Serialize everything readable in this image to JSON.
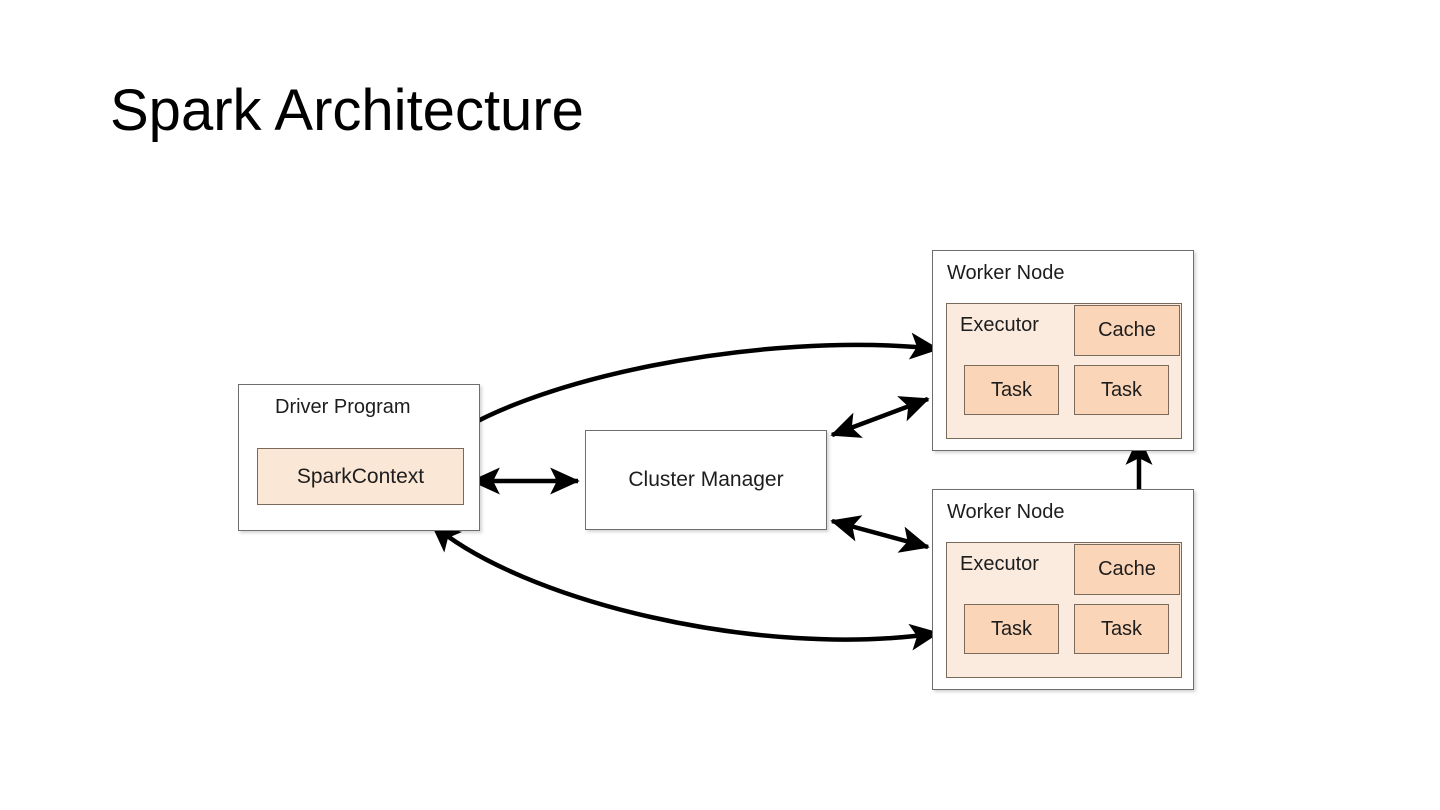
{
  "slide": {
    "title": "Spark Architecture"
  },
  "diagram": {
    "driver": {
      "title": "Driver Program",
      "spark_context": "SparkContext"
    },
    "cluster_manager": {
      "title": "Cluster Manager"
    },
    "workers": [
      {
        "title": "Worker Node",
        "executor": "Executor",
        "cache": "Cache",
        "tasks": [
          "Task",
          "Task"
        ]
      },
      {
        "title": "Worker Node",
        "executor": "Executor",
        "cache": "Cache",
        "tasks": [
          "Task",
          "Task"
        ]
      }
    ],
    "connections": [
      {
        "from": "SparkContext",
        "to": "Cluster Manager",
        "style": "double-arrow-straight"
      },
      {
        "from": "Driver Program",
        "to": "Worker Node 1 Executor",
        "style": "double-arrow-curved"
      },
      {
        "from": "SparkContext",
        "to": "Worker Node 2 Executor",
        "style": "double-arrow-curved"
      },
      {
        "from": "Cluster Manager",
        "to": "Worker Node 1",
        "style": "double-arrow-diagonal"
      },
      {
        "from": "Cluster Manager",
        "to": "Worker Node 2",
        "style": "double-arrow-diagonal"
      },
      {
        "from": "Worker Node 1 Cache",
        "to": "Worker Node 2 Cache",
        "style": "double-arrow-vertical"
      }
    ]
  },
  "colors": {
    "background": "#ffffff",
    "box_border": "#6e6e6e",
    "inner_border": "#7a6a5c",
    "spark_context_fill": "#fbe7d6",
    "executor_fill": "#fbeade",
    "cache_task_fill": "#fad5b8",
    "arrow": "#000000",
    "text": "#1d1d1d"
  }
}
